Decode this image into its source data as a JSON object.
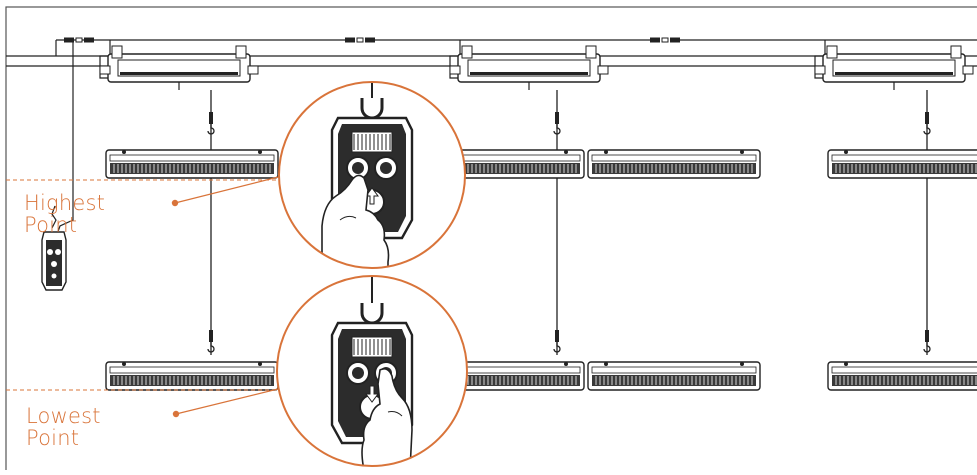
{
  "labels": {
    "highest": {
      "line1": "Highest",
      "line2": "Point"
    },
    "lowest": {
      "line1": "Lowest",
      "line2": "Point"
    }
  },
  "colors": {
    "accent": "#d9743a",
    "line": "#222222",
    "frame": "#555555",
    "background": "#ffffff"
  },
  "icons": [
    "controller-icon",
    "hand-icon",
    "up-arrow-icon",
    "hook-icon",
    "driver-icon",
    "grow-light-bar-icon"
  ]
}
